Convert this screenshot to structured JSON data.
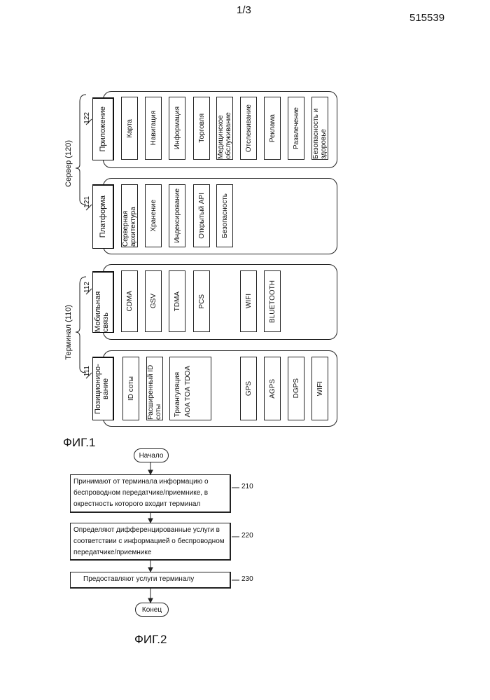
{
  "page_number": "1/3",
  "doc_number": "515539",
  "fig1": {
    "caption": "ФИГ.1",
    "server_label": "Сервер",
    "server_ref": "(120)",
    "terminal_label": "Терминал",
    "terminal_ref": "(110)",
    "application": {
      "ref": "122",
      "title": "Приложение",
      "items": [
        "Карта",
        "Навигация",
        "Информация",
        "Торговля",
        "Медицинское обслуживание",
        "Отслеживание",
        "Реклама",
        "Развлечение",
        "Безопасность и здоровье"
      ]
    },
    "platform": {
      "ref": "121",
      "title": "Платформа",
      "items": [
        "Серверная архитектура",
        "Хранение",
        "Индексирование",
        "Открытый API",
        "Безопасность"
      ]
    },
    "mobile": {
      "ref": "112",
      "title": "Мобильная связь",
      "items": [
        "CDMA",
        "GSV",
        "TDMA",
        "PCS",
        "WIFI",
        "BLUETOOTH"
      ]
    },
    "positioning": {
      "ref": "111",
      "title": "Позициониро-вание",
      "items": [
        "ID соты",
        "Расширенный ID соты",
        "Триангуляция",
        "AOA TOA TDOA",
        "GPS",
        "AGPS",
        "DGPS",
        "WIFI"
      ]
    }
  },
  "fig2": {
    "caption": "ФИГ.2",
    "start": "Начало",
    "end": "Конец",
    "steps": [
      {
        "ref": "210",
        "text": "Принимают от терминала информацию о беспроводном передатчике/приемнике, в окрестность которого входит терминал"
      },
      {
        "ref": "220",
        "text": "Определяют дифференцированные услуги в соответствии с информацией о беспроводном передатчике/приемнике"
      },
      {
        "ref": "230",
        "text": "Предоставляют услуги терминалу"
      }
    ]
  }
}
